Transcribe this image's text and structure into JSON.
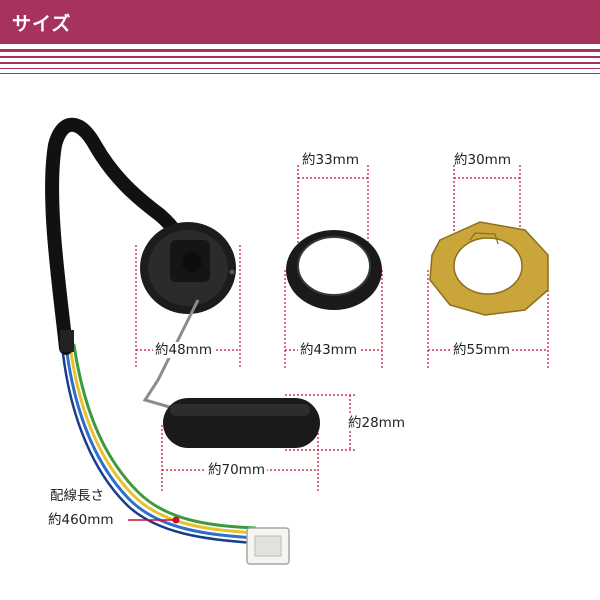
{
  "header": {
    "title": "サイズ",
    "color": "#a8325e"
  },
  "dimensions": {
    "gauge_flange_diameter": "約48mm",
    "gasket_inner_diameter": "約33mm",
    "gasket_outer_diameter": "約43mm",
    "lock_ring_inner_diameter": "約30mm",
    "lock_ring_outer_diameter": "約55mm",
    "float_diameter": "約28mm",
    "float_length": "約70mm",
    "wire_length_label": "配線長さ",
    "wire_length": "約460mm"
  },
  "colors": {
    "dimension_line": "#c8102e",
    "accent": "#a8325e"
  }
}
